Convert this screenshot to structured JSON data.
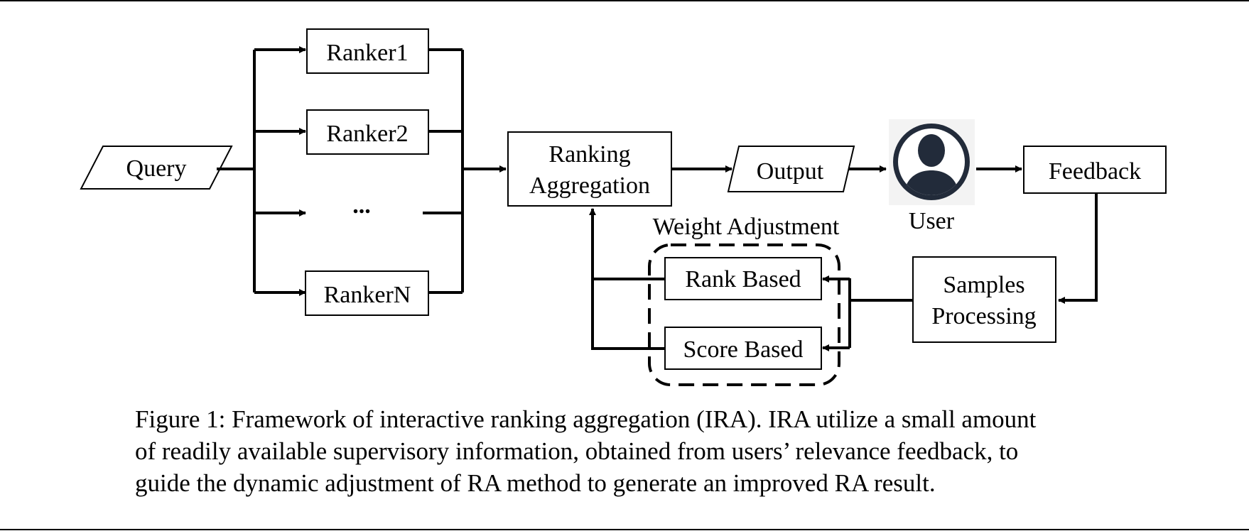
{
  "diagram": {
    "query": "Query",
    "ranker1": "Ranker1",
    "ranker2": "Ranker2",
    "ellipsis": "...",
    "rankerN": "RankerN",
    "aggregation_line1": "Ranking",
    "aggregation_line2": "Aggregation",
    "output": "Output",
    "user": "User",
    "feedback": "Feedback",
    "weight_adjustment": "Weight Adjustment",
    "rank_based": "Rank Based",
    "score_based": "Score Based",
    "samples_line1": "Samples",
    "samples_line2": "Processing",
    "user_icon": "user-avatar-icon"
  },
  "caption": {
    "line1": "Figure 1: Framework of interactive ranking aggregation (IRA). IRA utilize a small amount",
    "line2": "of readily available supervisory information, obtained from users’ relevance feedback, to",
    "line3": "guide the dynamic adjustment of RA method to generate an improved RA result."
  }
}
